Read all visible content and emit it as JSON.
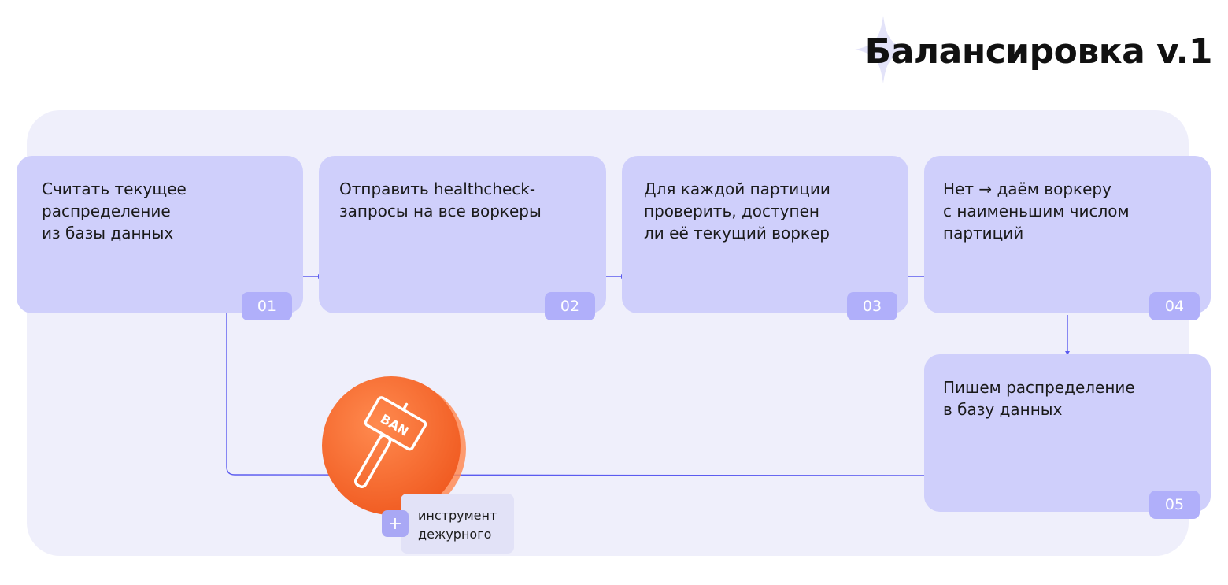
{
  "title": "Балансировка v.1",
  "steps": [
    {
      "number": "01",
      "text": "Считать текущее\nраспределение\nиз базы данных"
    },
    {
      "number": "02",
      "text": "Отправить healthcheck-\nзапросы на все воркеры"
    },
    {
      "number": "03",
      "text": "Для каждой партиции\nпроверить, доступен\nли её текущий воркер"
    },
    {
      "number": "04",
      "text": "Нет → даём воркеру\n с наименьшим числом\nпартиций"
    },
    {
      "number": "05",
      "text": "Пишем распределение\nв базу данных"
    }
  ],
  "ban_sign_text": "BAN",
  "tool": {
    "plus_symbol": "+",
    "label": "инструмент\nдежурного"
  },
  "colors": {
    "card": "#cfcffb",
    "badge": "#b0affa",
    "panel": "#efeffb",
    "connector": "#5b5bf0",
    "ban_circle": "#ff6a30"
  }
}
